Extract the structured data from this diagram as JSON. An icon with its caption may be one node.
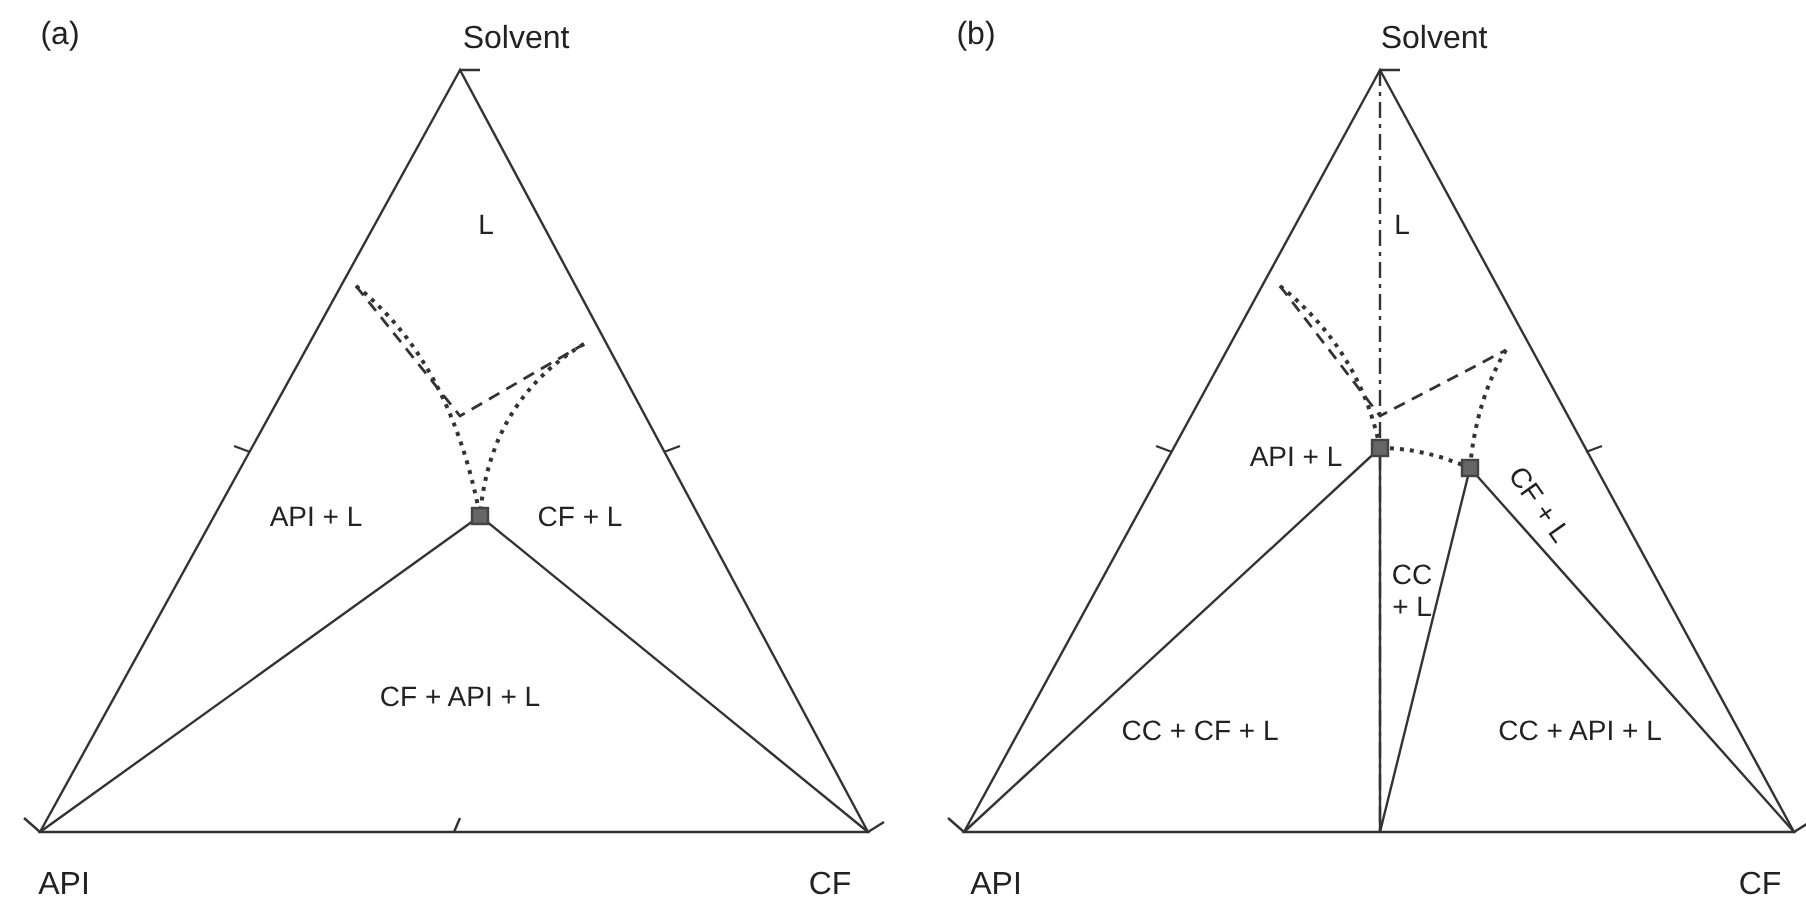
{
  "diagram": {
    "labels": [
      "(a)",
      "Solvent",
      "(b)",
      "Solvent",
      "L",
      "L",
      "API + L",
      "CF + L",
      "API + L",
      "CC + L",
      "CF + L",
      "CF + API + L",
      "CC + CF + L",
      "CC + API + L",
      "API",
      "CF",
      "API",
      "CF"
    ]
  }
}
